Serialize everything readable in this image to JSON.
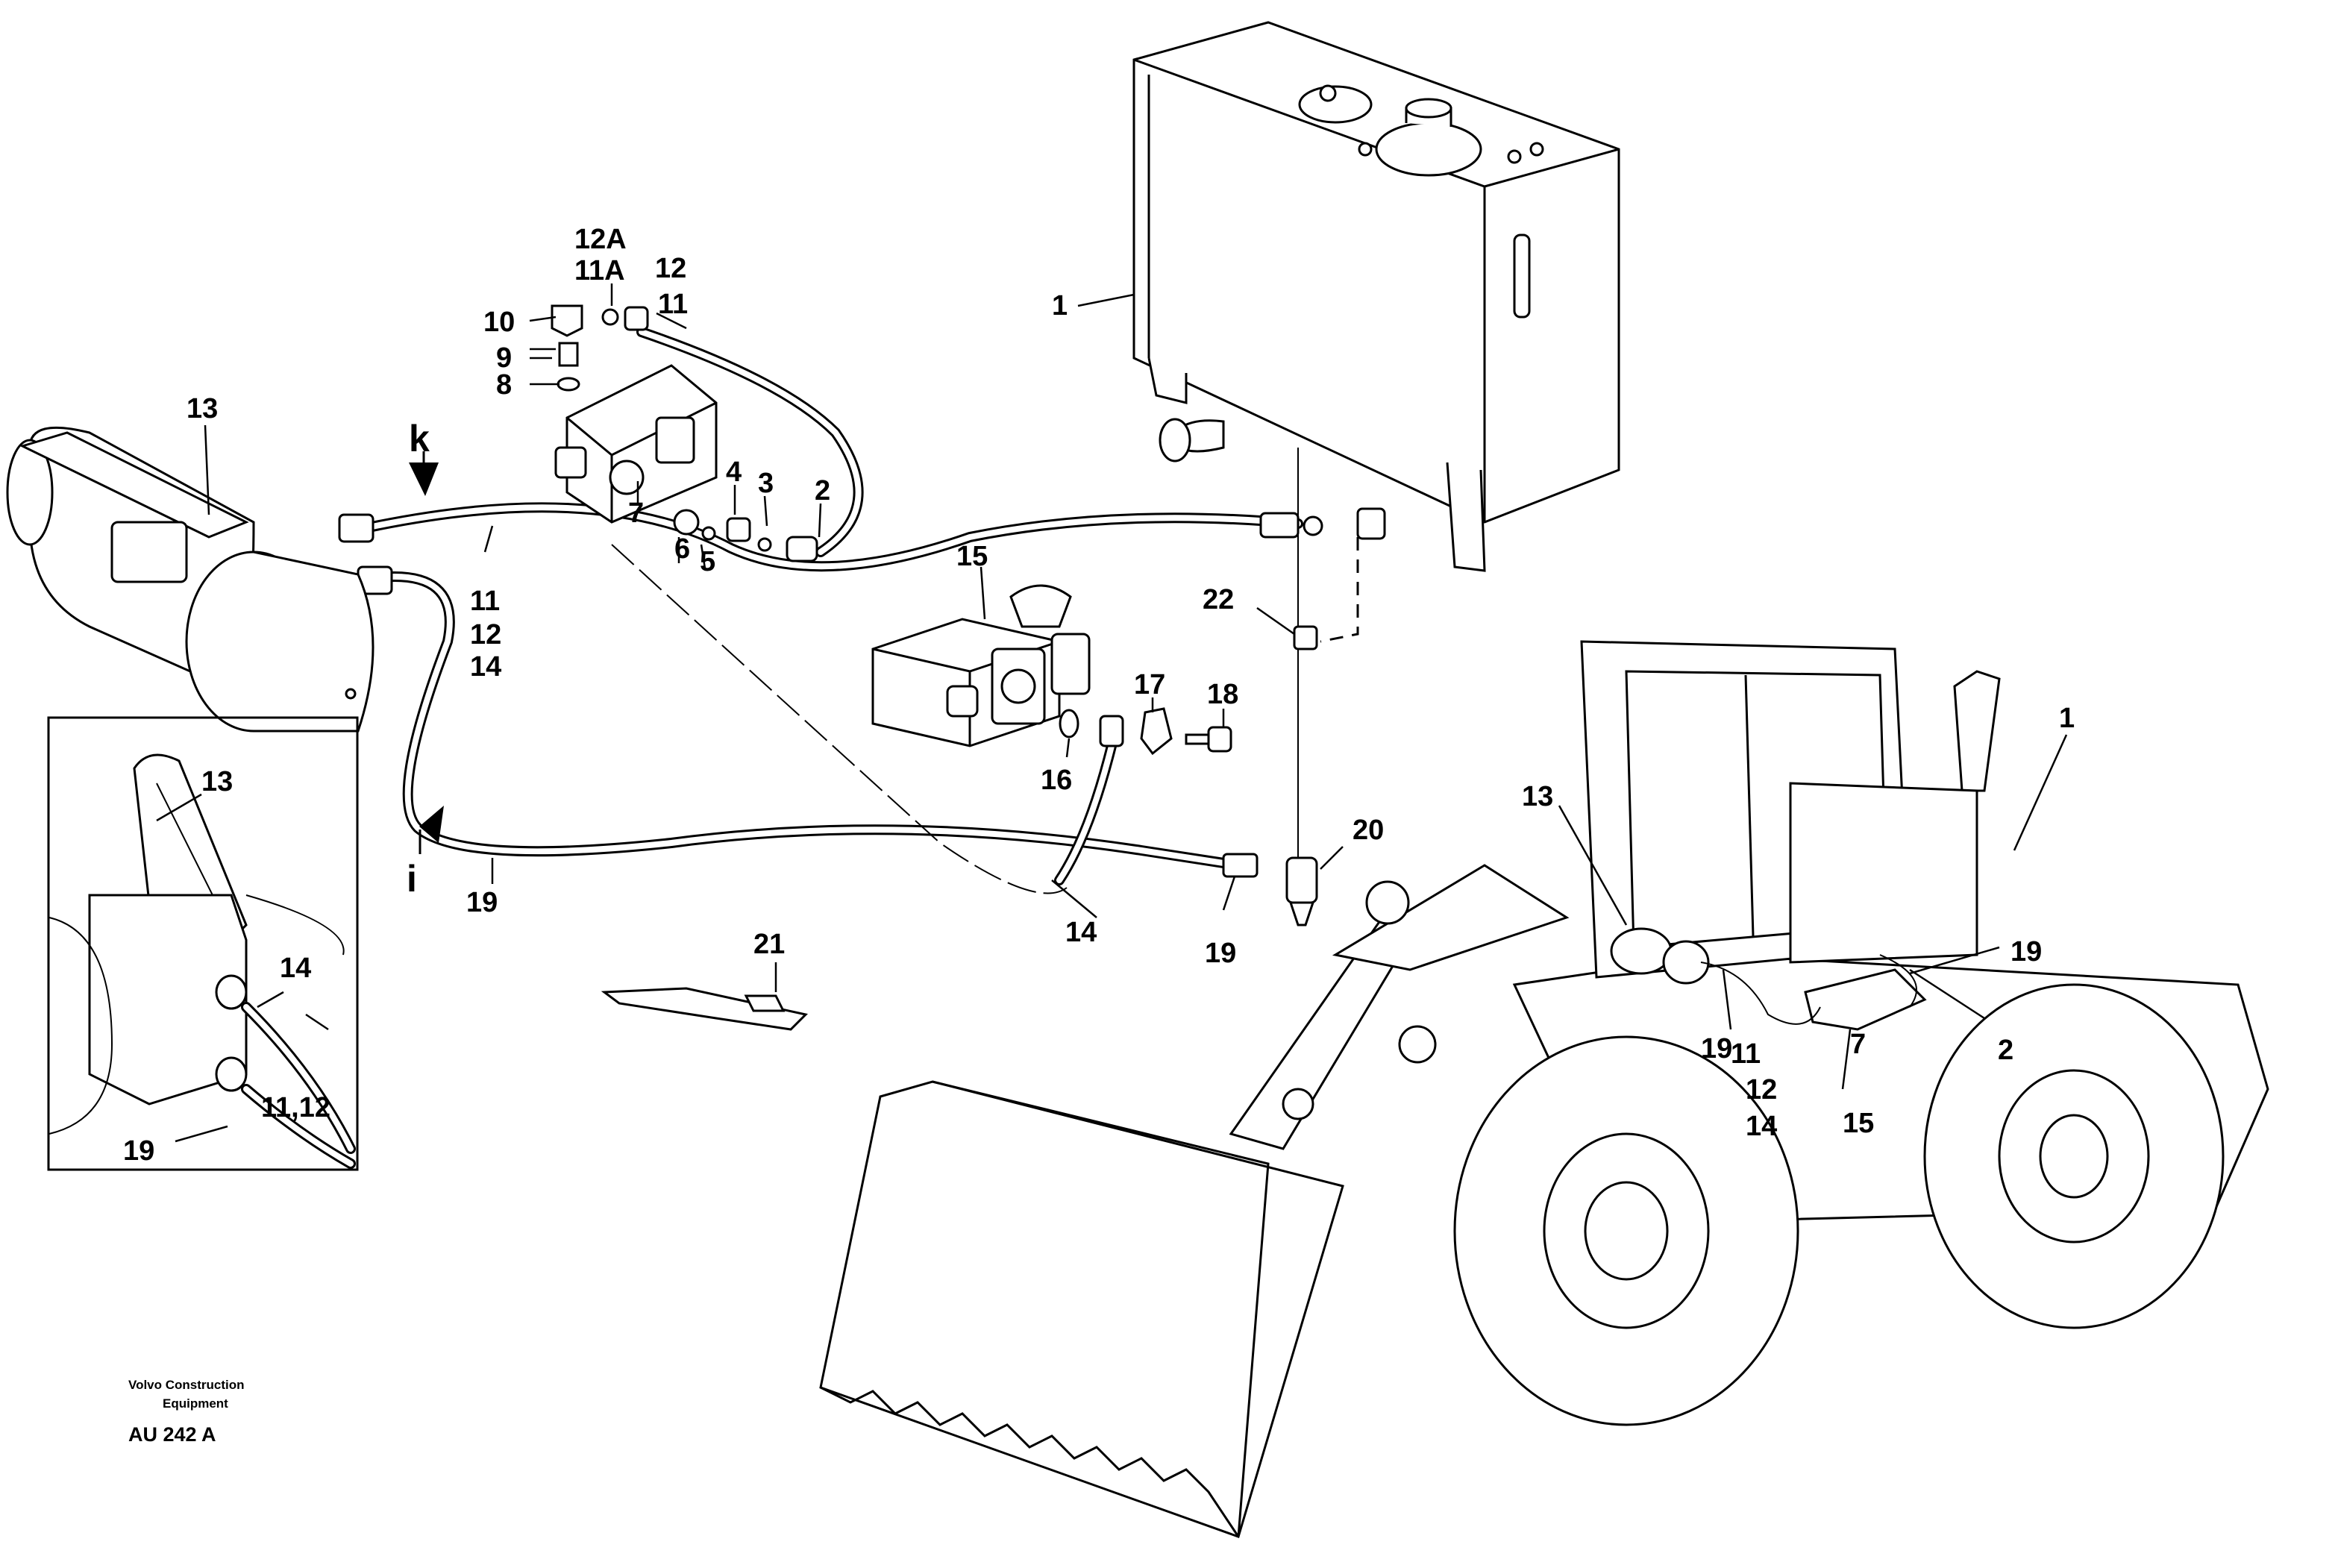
{
  "diagram": {
    "callouts": {
      "c1_tank": "1",
      "c1_machine": "1",
      "c2_top": "2",
      "c2_machine": "2",
      "c3": "3",
      "c4": "4",
      "c5": "5",
      "c6": "6",
      "c7_top": "7",
      "c7_machine": "7",
      "c8": "8",
      "c9": "9",
      "c10": "10",
      "c11_top": "11",
      "c11_mid": "11",
      "c11_machine": "11",
      "c11_inset": "11,12",
      "c11a": "11A",
      "c12_top": "12",
      "c12_mid": "12",
      "c12_machine": "12",
      "c12a": "12A",
      "c13_top": "13",
      "c13_inset": "13",
      "c13_machine": "13",
      "c14_mid": "14",
      "c14_inset": "14",
      "c14_hose": "14",
      "c14_machine": "14",
      "c15": "15",
      "c15_machine": "15",
      "c16": "16",
      "c17": "17",
      "c18": "18",
      "c19_hose": "19",
      "c19_mid": "19",
      "c19_inset": "19",
      "c19_machine_left": "19",
      "c19_machine_right": "19",
      "c20": "20",
      "c21": "21",
      "c22": "22"
    },
    "view_arrows": {
      "k": "k",
      "i": "i"
    }
  },
  "footer": {
    "maker_line1": "Volvo Construction",
    "maker_line2": "Equipment",
    "code": "AU 242 A"
  }
}
